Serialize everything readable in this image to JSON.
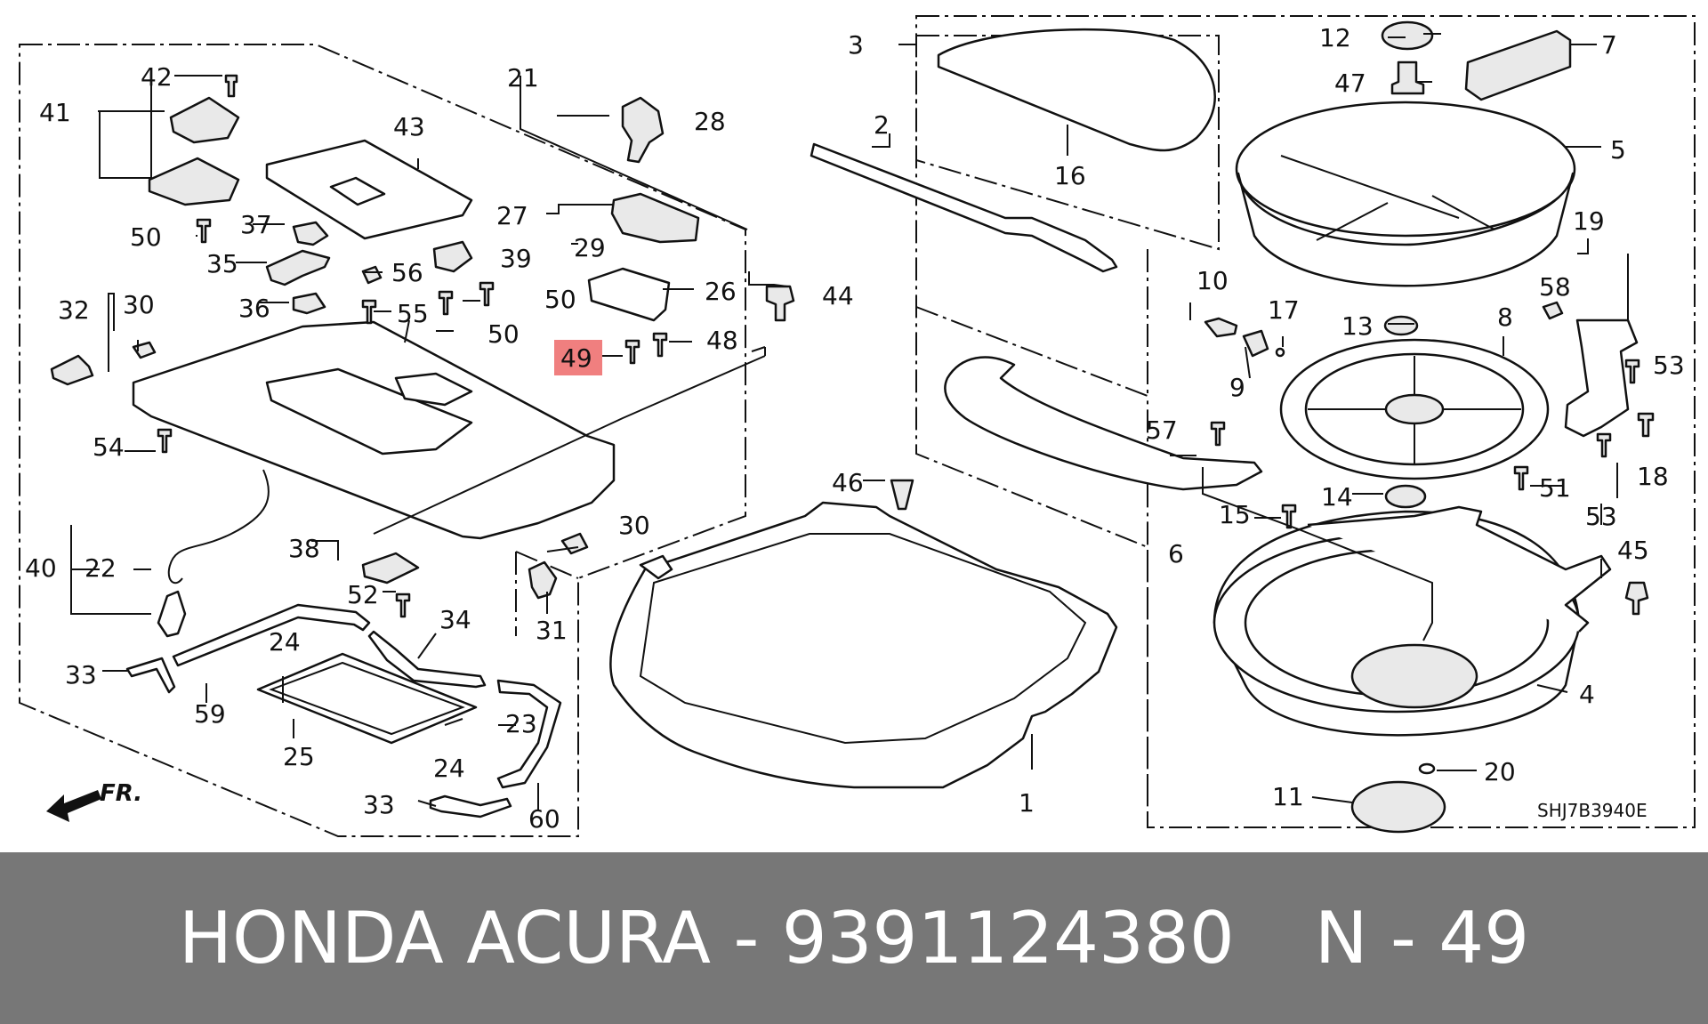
{
  "callouts": {
    "c1": "1",
    "c2": "2",
    "c3": "3",
    "c4": "4",
    "c5": "5",
    "c6": "6",
    "c7": "7",
    "c8": "8",
    "c9": "9",
    "c10": "10",
    "c11": "11",
    "c12": "12",
    "c13": "13",
    "c14": "14",
    "c15": "15",
    "c16": "16",
    "c17": "17",
    "c18": "18",
    "c19": "19",
    "c20": "20",
    "c21": "21",
    "c22": "22",
    "c23": "23",
    "c24a": "24",
    "c24b": "24",
    "c25": "25",
    "c26": "26",
    "c27": "27",
    "c28": "28",
    "c29": "29",
    "c30a": "30",
    "c30b": "30",
    "c31": "31",
    "c32": "32",
    "c33a": "33",
    "c33b": "33",
    "c34": "34",
    "c35": "35",
    "c36": "36",
    "c37": "37",
    "c38": "38",
    "c39": "39",
    "c40": "40",
    "c41": "41",
    "c42": "42",
    "c43": "43",
    "c44": "44",
    "c45": "45",
    "c46": "46",
    "c47": "47",
    "c48": "48",
    "c49": "49",
    "c50a": "50",
    "c50b": "50",
    "c50c": "50",
    "c51": "51",
    "c52": "52",
    "c53a": "53",
    "c53b": "53",
    "c54": "54",
    "c55": "55",
    "c56": "56",
    "c57": "57",
    "c58": "58",
    "c59": "59",
    "c60": "60"
  },
  "highlight_color": "#f07f7f",
  "direction_label": "FR.",
  "diagram_code": "SHJ7B3940E",
  "footer": {
    "title": "HONDA ACURA - 9391124380",
    "ref": "N - 49",
    "background": "#777777"
  }
}
